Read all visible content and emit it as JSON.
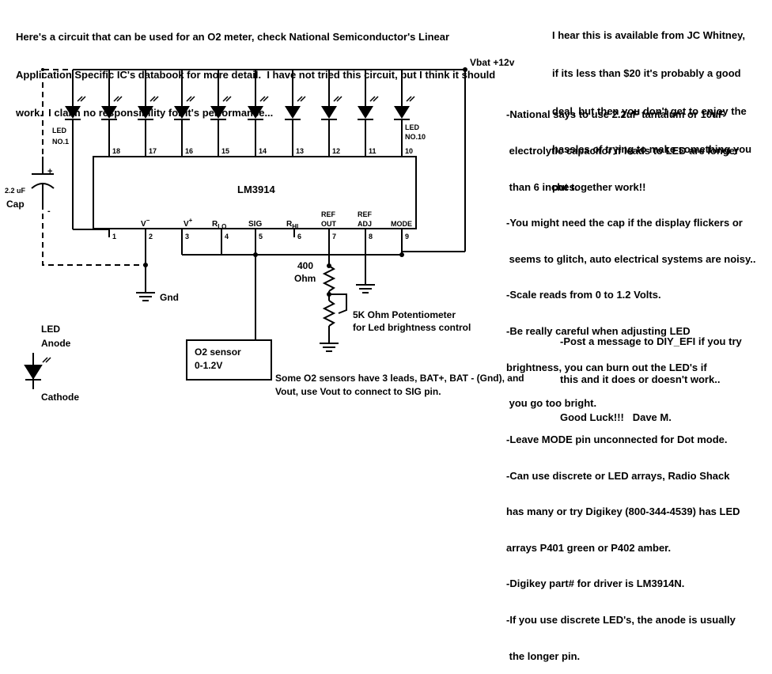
{
  "intro_text": [
    "Here's a circuit that can be used for an O2 meter, check National Semiconductor's Linear",
    "Application Specific IC's databook for more detail.  I have not tried this circuit, but I think it should",
    "work.  I claim no responsibility for it's performance..."
  ],
  "jc_whitney_text": [
    "I hear this is available from JC Whitney,",
    "if its less than $20 it's probably a good",
    "deal, but then you don't get to enjoy the",
    "hassles of trying to make something you",
    "put together work!!"
  ],
  "notes": [
    "-National says to use 2.2uF tantalum or 10uF",
    " electrolytic capacitor if leads to LED are longer",
    " than 6 inches.",
    "-You might need the cap if the display flickers or",
    " seems to glitch, auto electrical systems are noisy..",
    "-Scale reads from 0 to 1.2 Volts.",
    "-Be really careful when adjusting LED",
    "brightness, you can burn out the LED's if",
    " you go too bright.",
    "-Leave MODE pin unconnected for Dot mode.",
    "-Can use discrete or LED arrays, Radio Shack",
    "has many or try Digikey (800-344-4539) has LED",
    "arrays P401 green or P402 amber.",
    "-Digikey part# for driver is LM3914N.",
    "-If you use discrete LED's, the anode is usually",
    " the longer pin."
  ],
  "post_message": [
    "-Post a message to DIY_EFI if you try",
    "this and it does or doesn't work..",
    "Good Luck!!!   Dave M."
  ],
  "circuit": {
    "chip_label": "LM3914",
    "vbat_label": "Vbat +12v",
    "led_first_label": [
      "LED",
      "NO.1"
    ],
    "led_last_label": [
      "LED",
      "NO.10"
    ],
    "led_pins": [
      "18",
      "17",
      "16",
      "15",
      "14",
      "13",
      "12",
      "11",
      "10"
    ],
    "bottom_pins": [
      "1",
      "2",
      "3",
      "4",
      "5",
      "6",
      "7",
      "8",
      "9"
    ],
    "pin_labels": {
      "vminus": "V",
      "vminus_sup": "−",
      "vplus": "V",
      "vplus_sup": "+",
      "rlo": "R",
      "rlo_sub": "LO",
      "sig": "SIG",
      "rhi": "R",
      "rhi_sub": "HI",
      "refout": [
        "REF",
        "OUT"
      ],
      "refadj": [
        "REF",
        "ADJ"
      ],
      "mode": "MODE"
    },
    "cap_label": [
      "2.2 uF",
      "Cap"
    ],
    "cap_polarity": [
      "+",
      "-"
    ],
    "gnd_label": "Gnd",
    "resistor_label": [
      "400",
      "Ohm"
    ],
    "pot_label": [
      "5K Ohm Potentiometer",
      "for Led brightness control"
    ],
    "sensor_label": [
      "O2 sensor",
      "0-1.2V"
    ],
    "sensor_note": [
      "Some O2 sensors have 3 leads, BAT+, BAT - (Gnd), and",
      "Vout, use Vout to connect to SIG pin."
    ],
    "legend_led": [
      "LED",
      "Anode",
      "Cathode"
    ]
  }
}
